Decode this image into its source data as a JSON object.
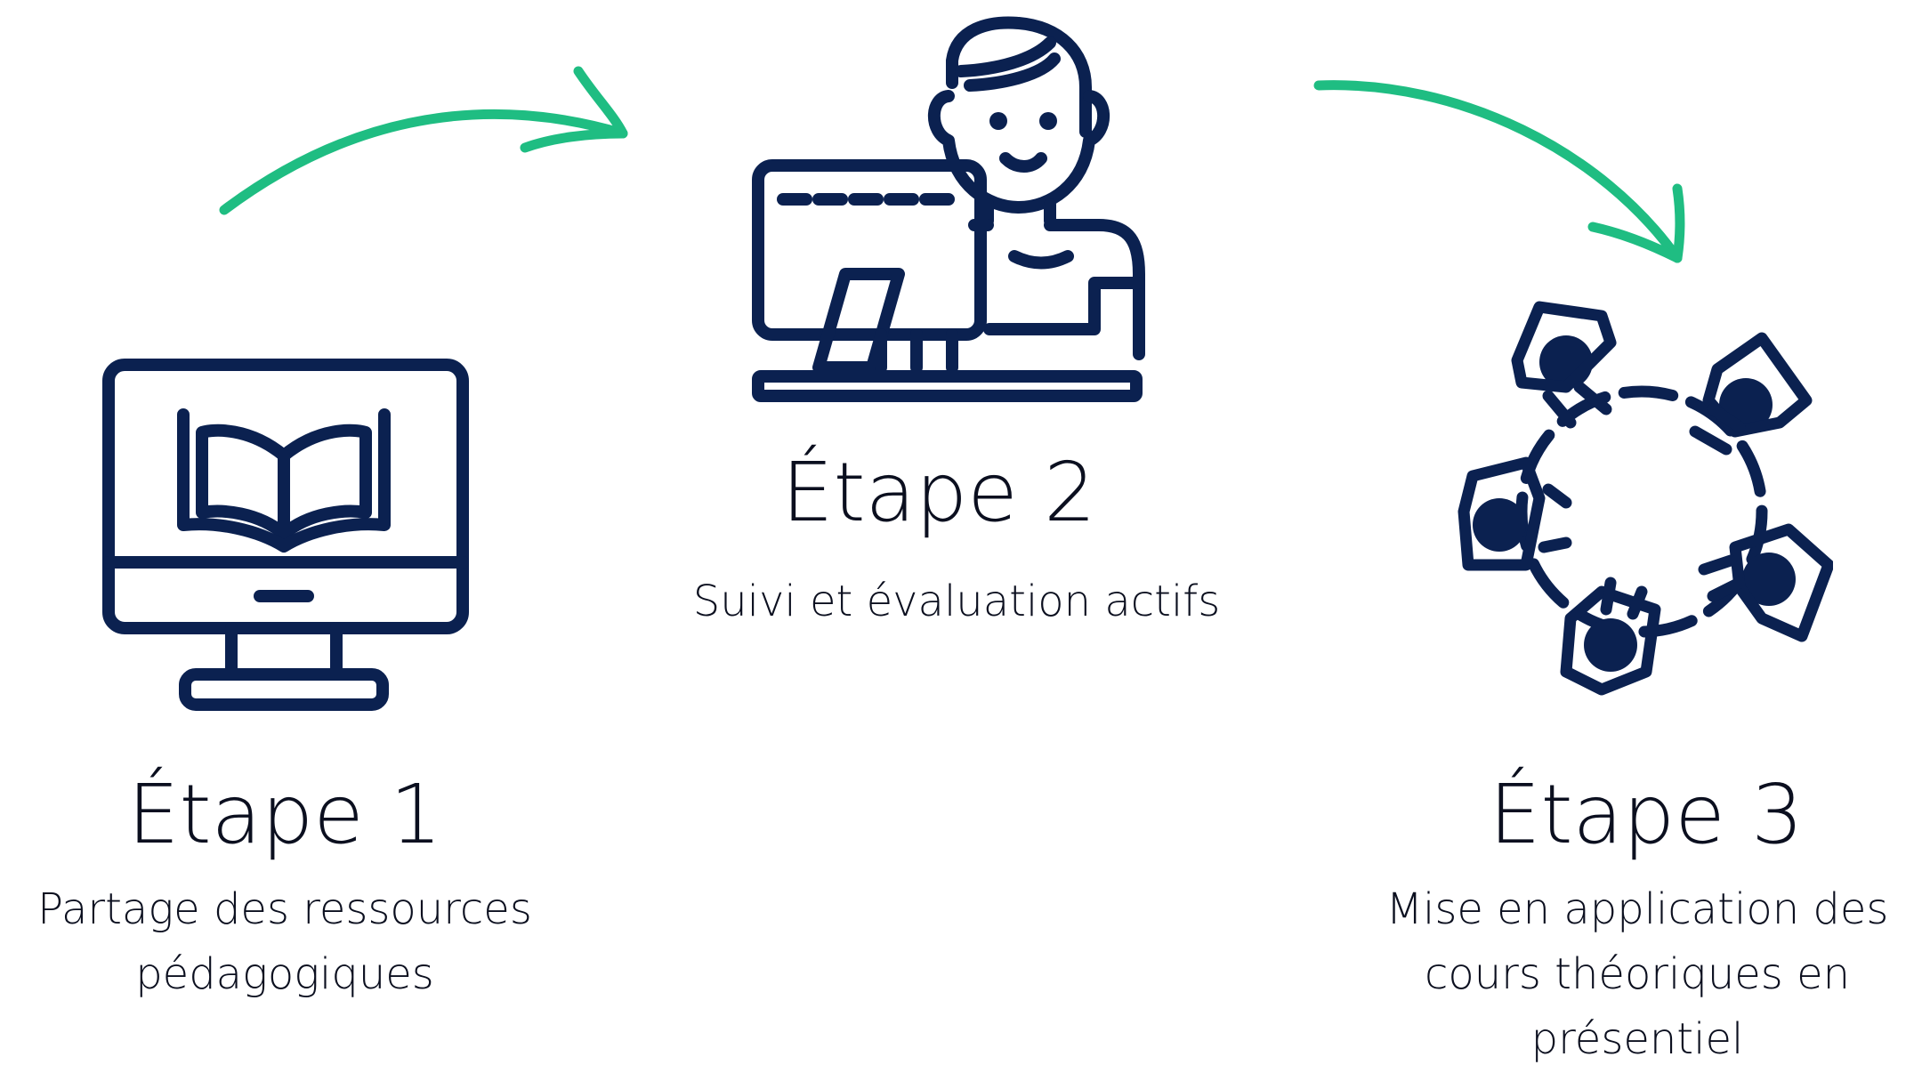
{
  "colors": {
    "icon": "#0b2150",
    "arrow": "#1fbd82",
    "text": "#0b0f1f"
  },
  "steps": [
    {
      "title": "Étape 1",
      "description_lines": [
        "Partage des ressources",
        "pédagogiques"
      ],
      "icon": "monitor-book-icon"
    },
    {
      "title": "Étape 2",
      "description_lines": [
        "Suivi et évaluation actifs"
      ],
      "icon": "person-at-computer-icon"
    },
    {
      "title": "Étape 3",
      "description_lines": [
        "Mise en application des",
        "cours théoriques en",
        "présentiel"
      ],
      "icon": "people-circle-icon"
    }
  ],
  "connectors": [
    "curved-arrow-icon",
    "curved-arrow-icon"
  ]
}
